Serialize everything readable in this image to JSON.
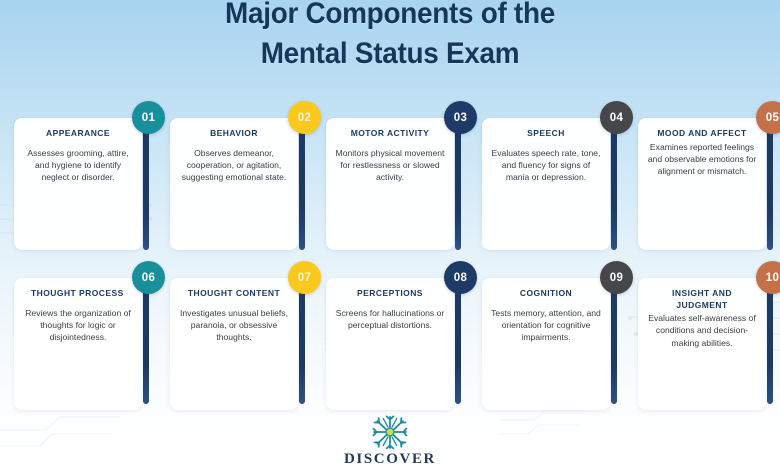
{
  "header": {
    "title_line1": "Major Components of the",
    "title_line2": "Mental Status Exam",
    "title_color": "#15375c"
  },
  "colors": {
    "teal": "#18909c",
    "yellow": "#fbc91c",
    "navy": "#1e3a66",
    "charcoal": "#45474a",
    "terracotta": "#c4714a",
    "bar_navy": "#1d3a63",
    "card_title": "#183a5f",
    "card_body": "#3a3f44",
    "background_top": "#a8d4f0",
    "background_bottom": "#ffffff"
  },
  "cards": [
    {
      "number": "01",
      "title": "APPEARANCE",
      "body": "Assesses grooming, attire, and hygiene to identify neglect or disorder.",
      "color": "#18909c",
      "color_name": "teal",
      "title_align": "center"
    },
    {
      "number": "02",
      "title": "BEHAVIOR",
      "body": "Observes demeanor, cooperation, or agitation, suggesting emotional state.",
      "color": "#fbc91c",
      "color_name": "yellow",
      "title_align": "center"
    },
    {
      "number": "03",
      "title": "MOTOR ACTIVITY",
      "body": "Monitors physical movement for restlessness or slowed activity.",
      "color": "#1e3a66",
      "color_name": "navy",
      "title_align": "center"
    },
    {
      "number": "04",
      "title": "SPEECH",
      "body": "Evaluates speech rate, tone, and fluency for signs of mania or depression.",
      "color": "#45474a",
      "color_name": "charcoal",
      "title_align": "center"
    },
    {
      "number": "05",
      "title": "MOOD AND AFFECT",
      "body": "Examines reported feelings and observable emotions for alignment or mismatch.",
      "color": "#c4714a",
      "color_name": "terracotta",
      "title_align": "center"
    },
    {
      "number": "06",
      "title": "THOUGHT PROCESS",
      "body": "Reviews the organization of thoughts for logic or disjointedness.",
      "color": "#18909c",
      "color_name": "teal",
      "title_align": "left"
    },
    {
      "number": "07",
      "title": "THOUGHT CONTENT",
      "body": "Investigates unusual beliefs, paranoia, or obsessive thoughts.",
      "color": "#fbc91c",
      "color_name": "yellow",
      "title_align": "center"
    },
    {
      "number": "08",
      "title": "PERCEPTIONS",
      "body": "Screens for hallucinations or perceptual distortions.",
      "color": "#1e3a66",
      "color_name": "navy",
      "title_align": "center"
    },
    {
      "number": "09",
      "title": "COGNITION",
      "body": "Tests memory, attention, and orientation for cognitive impairments.",
      "color": "#45474a",
      "color_name": "charcoal",
      "title_align": "center"
    },
    {
      "number": "10",
      "title": "INSIGHT AND JUDGMENT",
      "body": "Evaluates self-awareness of conditions and decision-making abilities.",
      "color": "#c4714a",
      "color_name": "terracotta",
      "title_align": "center"
    }
  ],
  "logo": {
    "wordmark": "DISCOVER",
    "icon": "neuron-starburst-icon",
    "icon_color": "#1e8a9a",
    "icon_center_color": "#d7dc3a"
  }
}
